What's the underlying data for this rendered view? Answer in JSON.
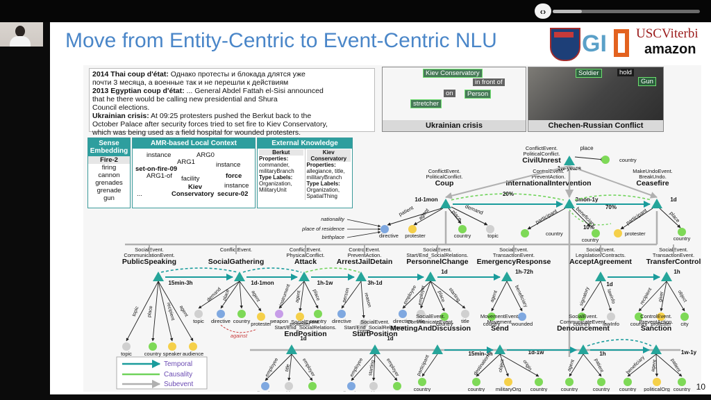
{
  "player": {
    "toggle_icon": "‹›",
    "progress": 0.2
  },
  "slide": {
    "title": "Move from Entity-Centric to Event-Centric NLU",
    "page_number": "10",
    "logos": {
      "gi": "GI",
      "usc": "USCViterbi",
      "amazon": "amazon"
    }
  },
  "snippet": {
    "l1a": "2014 Thai coup d'état:",
    "l1b": " Однако протесты и блокада длятся уже",
    "l2": "почти 3 месяца, а военные так и не перешли к действиям",
    "l3a": "2013 Egyptian coup d'état:",
    "l3b": " ... General Abdel Fattah el-Sisi announced",
    "l4": "that he there would be calling new presidential and Shura",
    "l5": "Council elections.",
    "l6a": "Ukrainian crisis:",
    "l6b": " At 09:25 protesters pushed the Berkut back to the",
    "l7": "October Palace after security forces tried to set fire to Kiev Conservatory,",
    "l8": "which was being used as a field hospital for wounded protesters."
  },
  "images": {
    "img1": {
      "caption": "Ukrainian crisis",
      "tags": [
        "Kiev Conservatory",
        "in front of",
        "Person",
        "on",
        "stretcher"
      ]
    },
    "img2": {
      "caption": "Chechen-Russian Conflict",
      "tags": [
        "Soldier",
        "hold",
        "Gun"
      ]
    }
  },
  "kb": {
    "sense": {
      "header": "Sense Embedding",
      "sub": "Fire-2",
      "items": [
        "firing",
        "cannon",
        "grenades",
        "grenade",
        "gun"
      ]
    },
    "amr": {
      "header": "AMR-based Local Context",
      "labels": [
        "instance",
        "ARG0",
        "ARG1",
        "set-on-fire-09",
        "instance",
        "ARG1-of",
        "facility",
        "force",
        "Kiev",
        "Conservatory",
        "instance",
        "secure-02",
        "..."
      ]
    },
    "ext": {
      "header": "External Knowledge",
      "cols": [
        "Berkut",
        "Kiev Conservatory"
      ],
      "berkut": [
        "Properties:",
        "commander,",
        "militaryBranch",
        "Type Labels:",
        "Organization,",
        "MilitaryUnit"
      ],
      "kiev": [
        "Properties:",
        "allegiance, title,",
        "militaryBranch",
        "Type Labels:",
        "Organization,",
        "SpatialThing"
      ]
    }
  },
  "legend": {
    "temporal": "Temporal",
    "causality": "Causality",
    "subevent": "Subevent"
  },
  "colors": {
    "temporal": "#1a9c9c",
    "causality": "#6fd35a",
    "subevent": "#b0b0b0",
    "node": "#26a59a",
    "arg_green": "#7ed957",
    "arg_blue": "#7fa8e0",
    "arg_yellow": "#f5d04a",
    "arg_grey": "#d0d0d0",
    "arg_purple": "#c79de8"
  },
  "graph": {
    "civil": {
      "l1": "ConflictEvent.",
      "l2": "PoliticalConflict.",
      "name": "CivilUnrest",
      "place": "place",
      "country": "country",
      "dur": "1w-years"
    },
    "coup": {
      "l1": "ConflictEvent.",
      "l2": "PoliticalConflict.",
      "name": "Coup",
      "dur": "1d-1mon"
    },
    "intl": {
      "l1": "ControlEvent.",
      "l2": "PreventAction.",
      "name": "InternationalIntervention",
      "dur": "3mon-1y"
    },
    "cease": {
      "l1": "MakeUndoEvent.",
      "l2": "BreakUndo.",
      "name": "Ceasefire",
      "dur": "1d"
    },
    "probs": {
      "p20": "20%",
      "p70": "70%",
      "p10": "10%"
    },
    "coup_args": {
      "nationality": "nationality",
      "residence": "place of residence",
      "birthplace": "birthplace",
      "patient": "patient",
      "agent": "agent",
      "place": "place",
      "demand": "demand",
      "directive": "directive",
      "protester": "protester",
      "country": "country",
      "topic": "topic"
    },
    "intl_args": {
      "participant": "participant",
      "beneficiary": "beneficiary",
      "country1": "country",
      "country2": "country",
      "protester": "protester",
      "participant2": "participant",
      "place": "place",
      "country3": "country"
    },
    "row2": [
      {
        "l1": "SocialEvent.",
        "l2": "CommunicationEvent.",
        "name": "PublicSpeaking"
      },
      {
        "l1": "ConflictEvent.",
        "l2": "",
        "name": "SocialGathering"
      },
      {
        "l1": "ConflictEvent.",
        "l2": "PhysicalConflict.",
        "name": "Attack"
      },
      {
        "l1": "ControlEvent.",
        "l2": "PreventAction.",
        "name": "ArrestJailDetain"
      },
      {
        "l1": "SocialEvent.",
        "l2": "Start/End_SocialRelations.",
        "name": "PersonnelChange"
      },
      {
        "l1": "SocialEvent.",
        "l2": "TransactionEvent.",
        "name": "EmergencyResponse"
      },
      {
        "l1": "SocialEvent.",
        "l2": "Legislation/Contracts.",
        "name": "AcceptAgreement"
      },
      {
        "l1": "SocialEvent.",
        "l2": "TransactionEvent.",
        "name": "TransferControl"
      }
    ],
    "row2_durs": [
      "15min-3h",
      "1d-1mon",
      "1h-1w",
      "3h-1d",
      "1d",
      "1h-72h",
      "1d",
      "1h"
    ],
    "row2_args": {
      "ps": [
        "topic",
        "place",
        "recipient",
        "agent",
        "topic",
        "country",
        "speaker",
        "audience"
      ],
      "sg": [
        "demand",
        "place",
        "agent",
        "topic",
        "directive",
        "country",
        "protester",
        "against"
      ],
      "at": [
        "instrument",
        "agent",
        "place",
        "weapon",
        "protester",
        "country"
      ],
      "ar": [
        "person",
        "reason",
        "directive",
        "crime"
      ],
      "pc": [
        "employee",
        "employer",
        "place",
        "starting",
        "directive",
        "title",
        "country",
        "title",
        "country"
      ],
      "er": [
        "agent",
        "beneficiary",
        "country",
        "wounded"
      ],
      "aa": [
        "signatory",
        "lawinfo",
        "country",
        "lawInfo"
      ],
      "tc": [
        "recipient",
        "giver",
        "object",
        "country",
        "protester",
        "city"
      ]
    },
    "row3": [
      {
        "l1": "SocialEvent.",
        "l2": "Start/End_SocialRelations.",
        "name": "EndPosition",
        "dur": "1d"
      },
      {
        "l1": "SocialEvent.",
        "l2": "Start/End_SocialRelations.",
        "name": "StartPosition",
        "dur": "1d"
      },
      {
        "l1": "SocialEvent.",
        "l2": "CommunicateEvent.",
        "name": "MeetingAndDiscussion",
        "dur": "15min-3h"
      },
      {
        "l1": "MovementEvent.",
        "l2": "Movement.",
        "name": "Send",
        "dur": "1d-1w"
      },
      {
        "l1": "SocialEvent.",
        "l2": "CommunicateEvent.",
        "name": "Denouncement",
        "dur": "1h"
      },
      {
        "l1": "ControlEvent.",
        "l2": "PreventAction.",
        "name": "Sanction",
        "dur": "1w-1y"
      }
    ],
    "row3_args": {
      "ep": [
        "employee",
        "title",
        "employer",
        "directive",
        "title",
        "country"
      ],
      "sp": [
        "employee",
        "starting",
        "employer",
        "directive",
        "title",
        "country"
      ],
      "md": [
        "participant",
        "country"
      ],
      "sd": [
        "destination",
        "object",
        "origin",
        "country",
        "militaryOrg",
        "country"
      ],
      "dn": [
        "agent",
        "patient",
        "country",
        "country"
      ],
      "sa": [
        "beneficiary",
        "agent",
        "patient",
        "country",
        "politicalOrg",
        "country"
      ]
    }
  }
}
